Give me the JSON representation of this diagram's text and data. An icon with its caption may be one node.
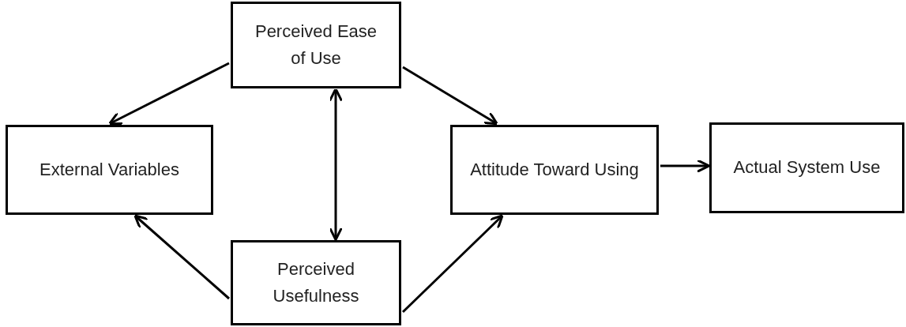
{
  "diagram": {
    "nodes": [
      {
        "text": [
          "Perceived Ease of Use"
        ]
      },
      {
        "text": [
          "External Variables"
        ]
      },
      {
        "text": [
          "Attitude Toward Using"
        ]
      },
      {
        "text": [
          "Actual System Use"
        ]
      },
      {
        "text": [
          "Perceived Usefulness"
        ]
      }
    ],
    "edges": [
      {
        "from": 0,
        "to": 1,
        "arrow": "to"
      },
      {
        "from": 4,
        "to": 1,
        "arrow": "to"
      },
      {
        "from": 0,
        "to": 4,
        "arrow": "both"
      },
      {
        "from": 0,
        "to": 2,
        "arrow": "to"
      },
      {
        "from": 4,
        "to": 2,
        "arrow": "to"
      },
      {
        "from": 2,
        "to": 3,
        "arrow": "to"
      }
    ]
  }
}
